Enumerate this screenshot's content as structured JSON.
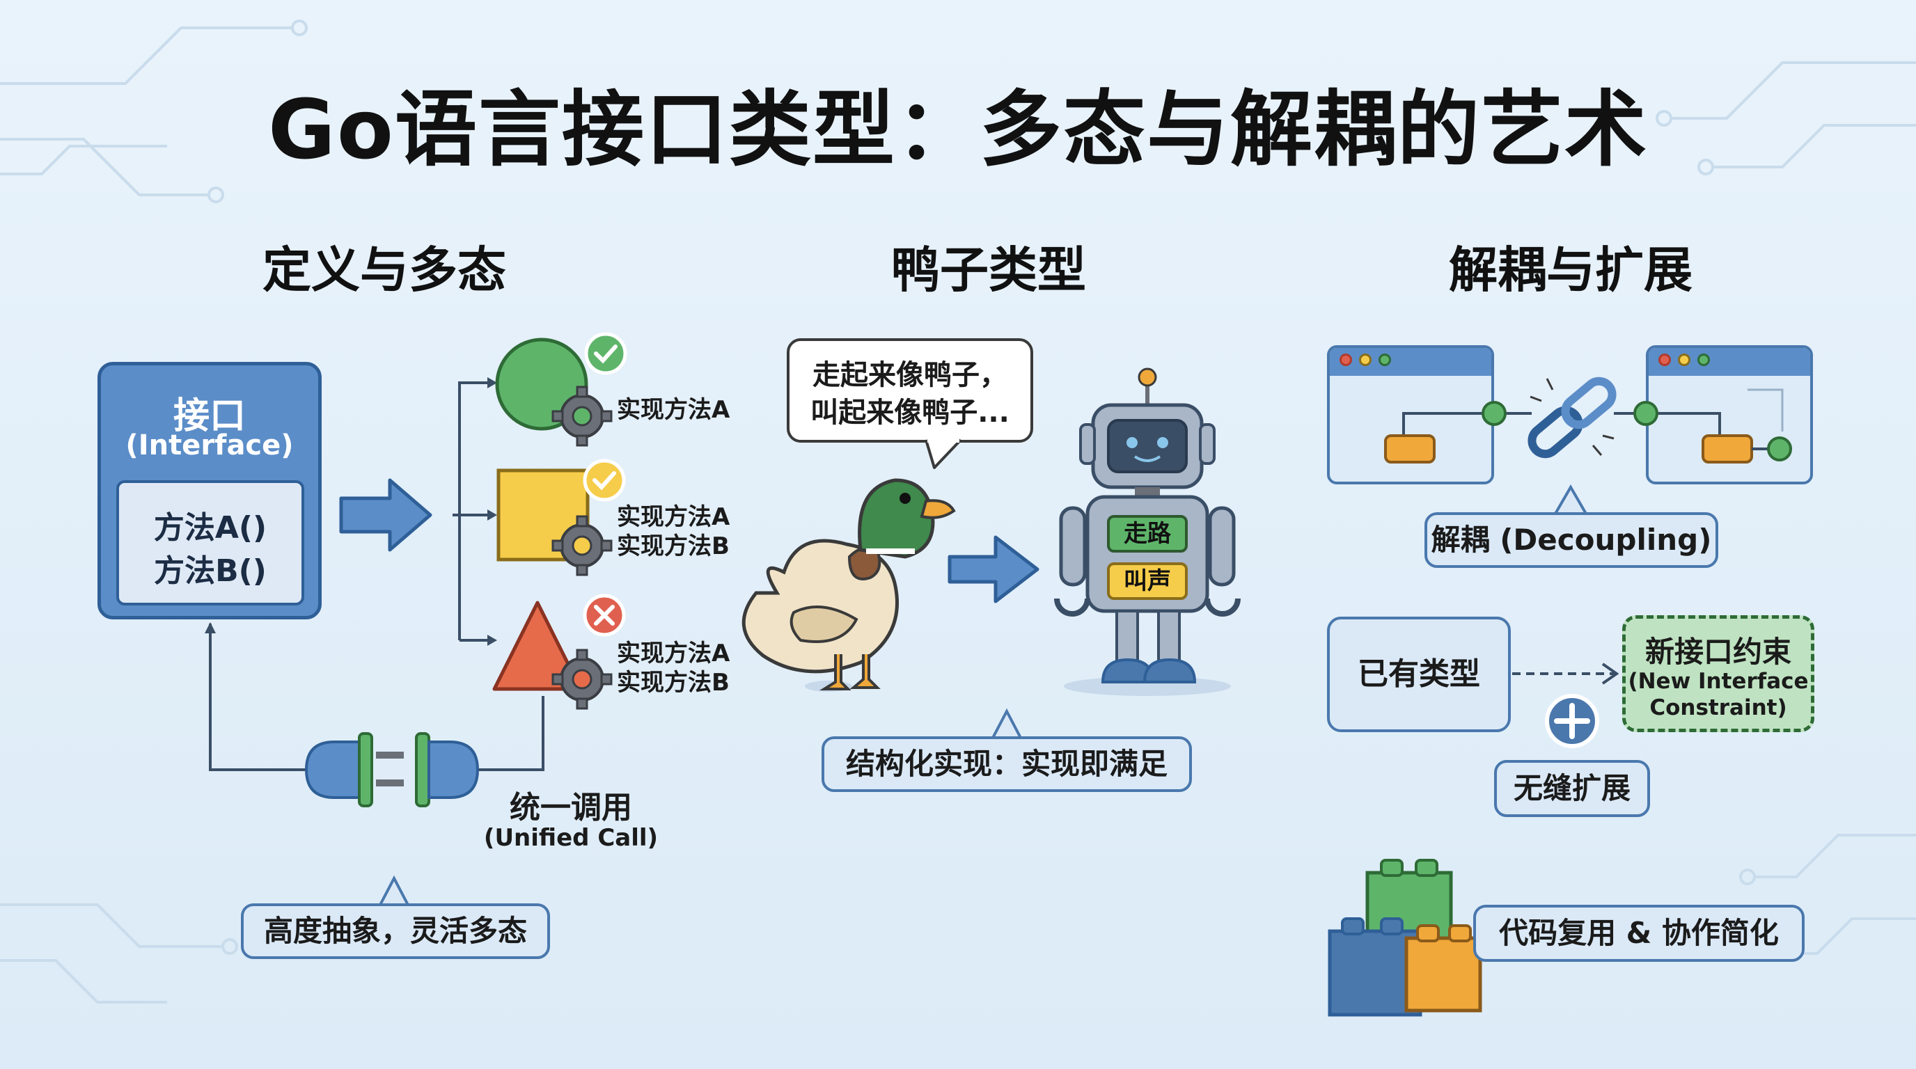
{
  "title": "Go语言接口类型：多态与解耦的艺术",
  "sections": {
    "left": {
      "title": "定义与多态"
    },
    "middle": {
      "title": "鸭子类型"
    },
    "right": {
      "title": "解耦与扩展"
    }
  },
  "interface": {
    "name": "接口",
    "subtitle": "(Interface)",
    "methods": [
      "方法A()",
      "方法B()"
    ]
  },
  "implementations": {
    "circle": {
      "lines": [
        "实现方法A"
      ],
      "status": "check"
    },
    "square": {
      "lines": [
        "实现方法A",
        "实现方法B"
      ],
      "status": "check"
    },
    "triangle": {
      "lines": [
        "实现方法A",
        "实现方法B"
      ],
      "status": "cross"
    }
  },
  "unified_call": {
    "label": "统一调用",
    "sub": "(Unified Call)"
  },
  "left_callout": "高度抽象，灵活多态",
  "duck": {
    "speech_line1": "走起来像鸭子，",
    "speech_line2": "叫起来像鸭子...",
    "robot_method1": "走路",
    "robot_method2": "叫声",
    "callout": "结构化实现：实现即满足"
  },
  "right": {
    "decoupling": "解耦 (Decoupling)",
    "existing_type": "已有类型",
    "new_constraint": "新接口约束",
    "new_constraint_sub1": "(New Interface",
    "new_constraint_sub2": "Constraint)",
    "seamless": "无缝扩展",
    "reuse": "代码复用 & 协作简化"
  },
  "colors": {
    "blue": "#5b8dc8",
    "dark_blue": "#2f5f97",
    "green": "#5eb56a",
    "yellow": "#f6cd4a",
    "orange": "#e66b4b",
    "red": "#e06050",
    "background": "#e4f0fa"
  },
  "icons": [
    "gear-icon",
    "check-icon",
    "cross-icon",
    "plug-icon",
    "chain-link-icon",
    "plus-icon",
    "arrow-icon",
    "duck-icon",
    "robot-icon",
    "lego-blocks-icon"
  ]
}
